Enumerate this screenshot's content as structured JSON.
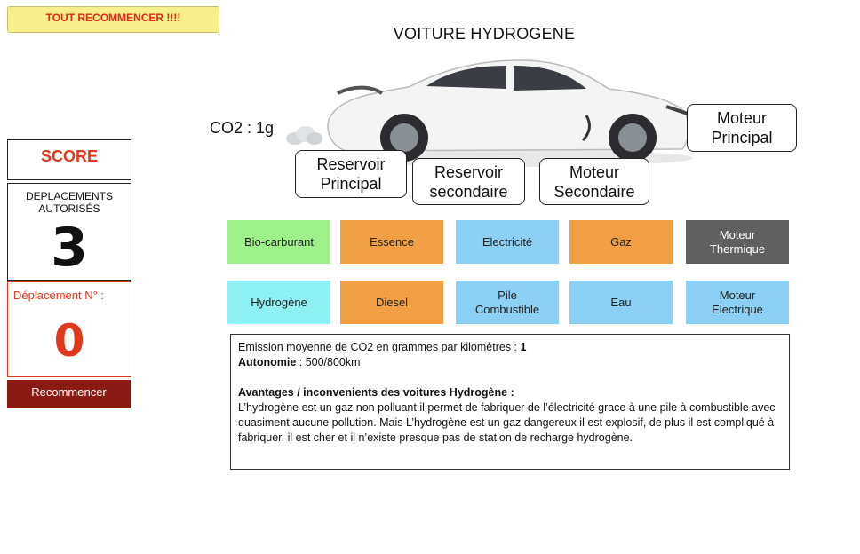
{
  "reset_all_label": "TOUT RECOMMENCER !!!!",
  "title": "VOITURE HYDROGENE",
  "co2_label": "CO2 : 1g",
  "slots": {
    "moteur_principal": [
      "Moteur",
      "Principal"
    ],
    "reservoir_principal": [
      "Reservoir",
      "Principal"
    ],
    "reservoir_secondaire": [
      "Reservoir",
      "secondaire"
    ],
    "moteur_secondaire": [
      "Moteur",
      "Secondaire"
    ]
  },
  "tiles": [
    {
      "lines": [
        "Bio-carburant"
      ],
      "color": "#9ef08a"
    },
    {
      "lines": [
        "Essence"
      ],
      "color": "#f0a043"
    },
    {
      "lines": [
        "Electricité"
      ],
      "color": "#8dd0f6"
    },
    {
      "lines": [
        "Gaz"
      ],
      "color": "#f0a043"
    },
    {
      "lines": [
        "Moteur",
        "Thermique"
      ],
      "color": "#606060",
      "text_color": "#ffffff"
    },
    {
      "lines": [
        "Hydrogène"
      ],
      "color": "#8ff0f6"
    },
    {
      "lines": [
        "Diesel"
      ],
      "color": "#f0a043"
    },
    {
      "lines": [
        "Pile",
        "Combustible"
      ],
      "color": "#8dd0f6"
    },
    {
      "lines": [
        "Eau"
      ],
      "color": "#8dd0f6"
    },
    {
      "lines": [
        "Moteur",
        "Electrique"
      ],
      "color": "#8dd0f6"
    }
  ],
  "score": {
    "label": "SCORE",
    "moves_label": [
      "DEPLACEMENTS",
      "AUTORISÉS"
    ],
    "moves_allowed": "3",
    "move_no_label": "Déplacement N° :",
    "move_no": "0",
    "restart_label": "Recommencer"
  },
  "info": {
    "emission_text": "Emission moyenne de CO2 en grammes par kilomètres : ",
    "emission_value": "1",
    "autonomy_label": "Autonomie",
    "autonomy_value": " :  500/800km",
    "pros_cons_title": "Avantages / inconvenients des voitures Hydrogène :",
    "pros_cons_text": "L’hydrogène est un gaz non polluant il permet de fabriquer de l’électricité grace à une pile à combustible avec quasiment aucune pollution. Mais L’hydrogène est un gaz dangereux il est explosif, de plus il est compliqué à fabriquer, il est cher et il n’existe presque pas de station de recharge hydrogène."
  },
  "colors": {
    "accent_red": "#e0381c",
    "restart_bg": "#8b1a12",
    "reset_bg": "#f7f08a"
  }
}
